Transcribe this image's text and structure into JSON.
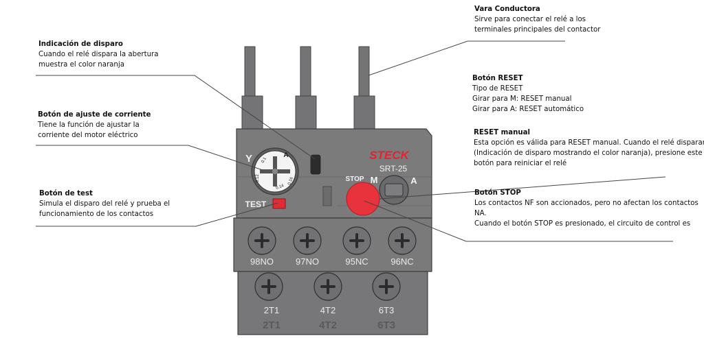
{
  "device": {
    "brand": "STECK",
    "model": "SRT-25",
    "colors": {
      "body": "#7a7a7b",
      "body_dark": "#5d5d5f",
      "accent_red": "#e8323c",
      "brand_red": "#e2242c"
    },
    "dial": {
      "a_label": "A",
      "y_label": "Y",
      "scale": [
        "0.1",
        "0.12",
        "0.14",
        "0.16"
      ]
    },
    "test_label": "TEST",
    "stop_label": "STOP",
    "reset_modes": {
      "manual": "M",
      "auto": "A"
    },
    "aux_terminals": [
      "98NO",
      "97NO",
      "95NC",
      "96NC"
    ],
    "main_terminals": [
      "2T1",
      "4T2",
      "6T3"
    ],
    "embossed_terminals": [
      "2T1",
      "4T2",
      "6T3"
    ]
  },
  "annotations": {
    "vara": {
      "title": "Vara Conductora",
      "lines": [
        "Sirve para conectar el relé a los",
        "terminales principales del contactor"
      ]
    },
    "indicacion": {
      "title": "Indicación de disparo",
      "lines": [
        "Cuando el relé dispara la abertura",
        "muestra el color naranja"
      ]
    },
    "reset_btn": {
      "title": "Botón RESET",
      "lines": [
        "Tipo de RESET",
        "Girar para M: RESET manual",
        "Girar para A: RESET automático"
      ]
    },
    "ajuste": {
      "title": "Botón de ajuste de corriente",
      "lines": [
        "Tiene la función de ajustar la",
        "corriente del motor eléctrico"
      ]
    },
    "reset_manual": {
      "title": "RESET manual",
      "lines": [
        "Esta opción es válida para RESET manual. Cuando el relé disparar",
        "(Indicación de disparo mostrando el color naranja), presione este",
        "botón para reiniciar el relé"
      ]
    },
    "test": {
      "title": "Botón de test",
      "lines": [
        "Simula el disparo del relé y prueba el",
        "funcionamiento de los contactos"
      ]
    },
    "stop": {
      "title": "Botón STOP",
      "lines": [
        "Los contactos NF son accionados, pero no afectan los contactos",
        "NA.",
        "Cuando el botón STOP es presionado, el circuito de control es"
      ]
    }
  }
}
